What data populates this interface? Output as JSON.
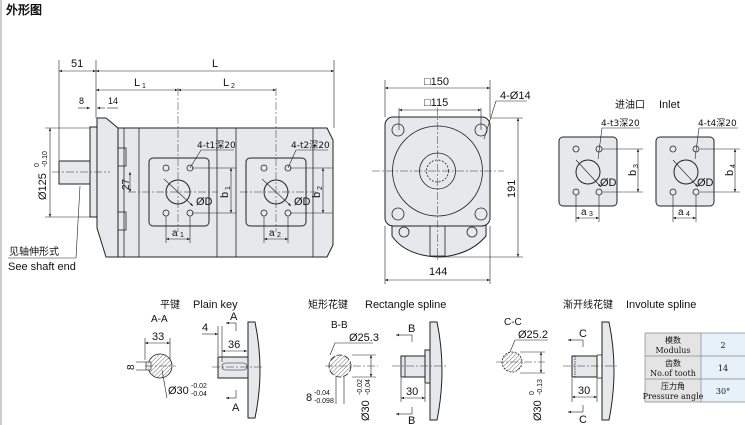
{
  "title": "外形图",
  "side_view": {
    "dim_51": "51",
    "dim_L": "L",
    "dim_L1": {
      "base": "L",
      "sub": "1"
    },
    "dim_L2": {
      "base": "L",
      "sub": "2"
    },
    "dim_8": "8",
    "dim_14": "14",
    "dim_27": "27",
    "dia_125": {
      "base": "Ø125",
      "upper": "0",
      "lower": "-0.10"
    },
    "port1_holes": "4-t1深20",
    "port2_holes": "4-t2深20",
    "dD": "ØD",
    "b1": {
      "base": "b",
      "sub": "1"
    },
    "b2": {
      "base": "b",
      "sub": "2"
    },
    "a1": {
      "base": "a",
      "sub": "1"
    },
    "a2": {
      "base": "a",
      "sub": "2"
    },
    "note_cn": "见轴伸形式",
    "note_en": "See shaft end"
  },
  "front_view": {
    "sq150": "□150",
    "sq115": "□115",
    "holes": "4-Ø14",
    "h191": "191",
    "w144": "144"
  },
  "inlet": {
    "title_cn": "进油口",
    "title_en": "Inlet",
    "holes3": "4-t3深20",
    "holes4": "4-t4深20",
    "dD": "ØD",
    "b3": {
      "base": "b",
      "sub": "3"
    },
    "b4": {
      "base": "b",
      "sub": "4"
    },
    "a3": {
      "base": "a",
      "sub": "3"
    },
    "a4": {
      "base": "a",
      "sub": "4"
    }
  },
  "plain_key": {
    "title_cn": "平键",
    "title_en": "Plain key",
    "section": "A-A",
    "dim_33": "33",
    "dim_8": "8",
    "dim_4": "4",
    "dim_36": "36",
    "dia": {
      "base": "Ø30",
      "upper": "-0.02",
      "lower": "-0.04"
    },
    "marker": "A"
  },
  "rect_spline": {
    "title_cn": "矩形花键",
    "title_en": "Rectangle spline",
    "section": "B-B",
    "dia_inner": "Ø25.3",
    "width": {
      "base": "8",
      "upper": "-0.04",
      "lower": "-0.098"
    },
    "dia": {
      "base": "Ø30",
      "upper": "-0.02",
      "lower": "-0.04"
    },
    "dim_30": "30",
    "marker": "B"
  },
  "involute_spline": {
    "title_cn": "渐开线花键",
    "title_en": "Involute spline",
    "section": "C-C",
    "dia_inner": "Ø25.2",
    "dia": {
      "base": "Ø30",
      "upper": "0",
      "lower": "-0.13"
    },
    "dim_30": "30",
    "marker": "C",
    "table": [
      {
        "cn": "模数",
        "en": "Modulus",
        "value": "2"
      },
      {
        "cn": "齿数",
        "en": "No.of tooth",
        "value": "14"
      },
      {
        "cn": "压力角",
        "en": "Pressure angle",
        "value": "30°"
      }
    ]
  },
  "colors": {
    "body_fill": "#e6e8ec",
    "table_label_bg": "#e4e4e4",
    "table_value_bg": "#e6f1fa"
  }
}
